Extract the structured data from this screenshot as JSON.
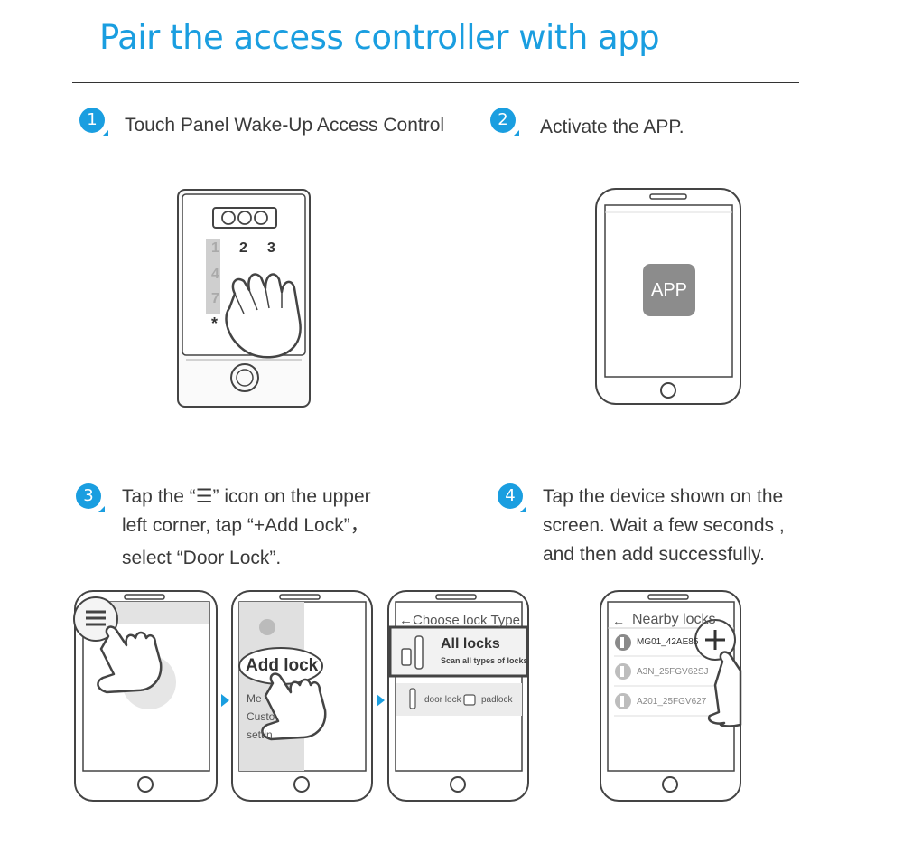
{
  "title": "Pair the access controller with app",
  "steps": [
    {
      "num": "1",
      "text": "Touch Panel Wake-Up Access Control"
    },
    {
      "num": "2",
      "text": "Activate the APP."
    },
    {
      "num": "3",
      "lines": [
        "Tap the “☰” icon on the upper",
        "left corner, tap “+Add Lock”，",
        "select “Door Lock”."
      ]
    },
    {
      "num": "4",
      "lines": [
        "Tap the device shown on the",
        "screen. Wait a few seconds ,",
        "and then add successfully."
      ]
    }
  ],
  "keypad": {
    "keys": [
      "1",
      "2",
      "3",
      "4",
      "7",
      "*"
    ]
  },
  "app_icon": "APP",
  "screen3b": {
    "add_lock": "Add lock",
    "menu_items": [
      "Me",
      "Custo",
      "settin"
    ]
  },
  "screen3c": {
    "header": "←Choose lock Type",
    "all_locks": "All locks",
    "all_locks_sub": "Scan all types of locks",
    "door_lock": "door lock",
    "padlock": "padlock"
  },
  "screen4": {
    "header": "Nearby locks",
    "back": "←",
    "devices": [
      "MG01_42AE85",
      "A3N_25FGV62SJ",
      "A201_25FGV627"
    ]
  },
  "colors": {
    "accent": "#1a9ee0",
    "ink": "#3a3a3a"
  }
}
